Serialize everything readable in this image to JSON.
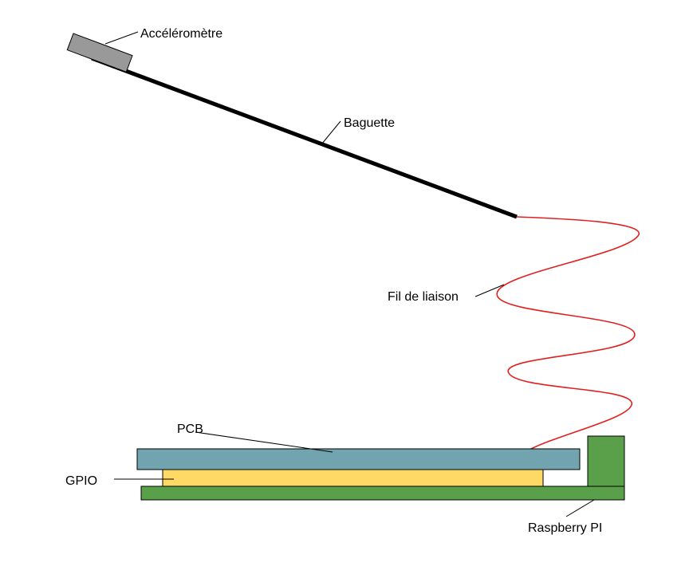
{
  "labels": {
    "accelerometer": "Accéléromètre",
    "wand": "Baguette",
    "wire": "Fil de liaison",
    "pcb": "PCB",
    "gpio": "GPIO",
    "raspberry": "Raspberry PI"
  },
  "colors": {
    "accelerometer": "#999999",
    "wand": "#000000",
    "wire": "#e02020",
    "pcb": "#72a4b0",
    "gpio": "#ffd966",
    "raspberry": "#5aa04a",
    "outline": "#000000",
    "background": "#ffffff"
  }
}
